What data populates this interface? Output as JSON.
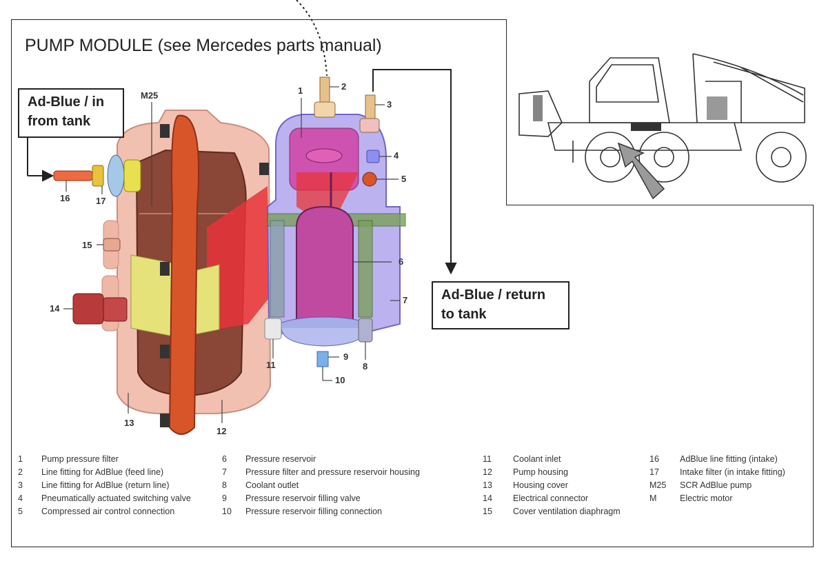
{
  "title": "PUMP MODULE  (see Mercedes parts manual)",
  "callouts": {
    "in": "Ad-Blue / in\nfrom tank",
    "return": "Ad-Blue / return\nto tank"
  },
  "part_labels": {
    "l1": "1",
    "l2": "2",
    "l3": "3",
    "l4": "4",
    "l5": "5",
    "l6": "6",
    "l7": "7",
    "l8": "8",
    "l9": "9",
    "l10": "10",
    "l11": "11",
    "l12": "12",
    "l13": "13",
    "l14": "14",
    "l15": "15",
    "l16": "16",
    "l17": "17",
    "lM25": "M25"
  },
  "legend": {
    "c1": [
      {
        "k": "1",
        "v": "Pump pressure filter"
      },
      {
        "k": "2",
        "v": "Line fitting for AdBlue (feed line)"
      },
      {
        "k": "3",
        "v": "Line fitting for AdBlue (return line)"
      },
      {
        "k": "4",
        "v": "Pneumatically actuated switching valve"
      },
      {
        "k": "5",
        "v": "Compressed air control connection"
      }
    ],
    "c2": [
      {
        "k": "6",
        "v": "Pressure reservoir"
      },
      {
        "k": "7",
        "v": "Pressure filter and pressure reservoir housing"
      },
      {
        "k": "8",
        "v": "Coolant outlet"
      },
      {
        "k": "9",
        "v": "Pressure reservoir filling valve"
      },
      {
        "k": "10",
        "v": "Pressure reservoir filling connection"
      }
    ],
    "c3": [
      {
        "k": "11",
        "v": "Coolant inlet"
      },
      {
        "k": "12",
        "v": "Pump housing"
      },
      {
        "k": "13",
        "v": "Housing cover"
      },
      {
        "k": "14",
        "v": "Electrical connector"
      },
      {
        "k": "15",
        "v": "Cover ventilation diaphragm"
      }
    ],
    "c4": [
      {
        "k": "16",
        "v": "AdBlue line fitting (intake)"
      },
      {
        "k": "17",
        "v": "Intake filter (in intake fitting)"
      },
      {
        "k": "M25",
        "v": "SCR AdBlue pump"
      },
      {
        "k": "M",
        "v": "Electric motor"
      }
    ]
  },
  "colors": {
    "pump_housing": "#f2c0b0",
    "motor": "#8a4636",
    "flange": "#d8552a",
    "reservoir_housing": "#b9aef0",
    "reservoir": "#c04aa0",
    "lid": "#e8e07a",
    "red_window": "#e8343a"
  }
}
